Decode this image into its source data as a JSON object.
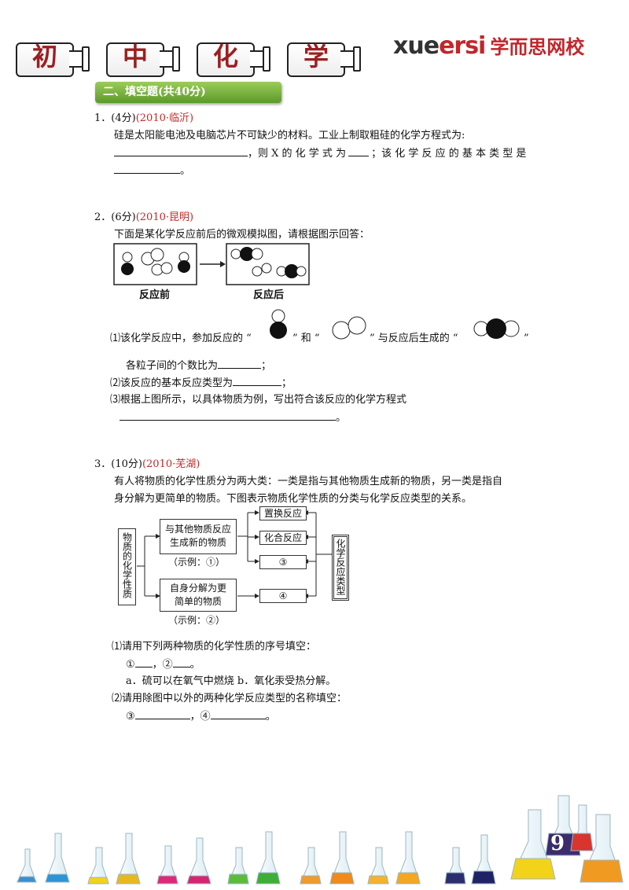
{
  "header": {
    "bottle_chars": [
      "初",
      "中",
      "化",
      "学"
    ],
    "brand_en_a": "xue",
    "brand_en_b": "ersi",
    "brand_cn": "学而思网校"
  },
  "section_title": "二、填空题(共40分)",
  "q1": {
    "num": "1．",
    "score": "(4分)",
    "source": "(2010·临沂)",
    "line1": "硅是太阳能电池及电脑芯片不可缺少的材料。工业上制取粗硅的化学方程式为:",
    "line2a": "，则 X 的 化 学 式 为",
    "line2b": "；该 化 学 反 应 的 基 本 类 型 是",
    "line3_end": "。"
  },
  "q2": {
    "num": "2．",
    "score": "(6分)",
    "source": "(2010·昆明)",
    "intro": "下面是某化学反应前后的微观模拟图，请根据图示回答：",
    "label_before": "反应前",
    "label_after": "反应后",
    "p1_a": "⑴该化学反应中，参加反应的 “",
    "p1_b": "” 和 “",
    "p1_c": "” 与反应后生成的 “",
    "p1_d": "”",
    "p1_line2": "各粒子间的个数比为",
    "p1_line2_end": "；",
    "p2": "⑵该反应的基本反应类型为",
    "p2_end": "；",
    "p3": "⑶根据上图所示，以具体物质为例，写出符合该反应的化学方程式",
    "p3_end": "。"
  },
  "q3": {
    "num": "3．",
    "score": "(10分)",
    "source": "(2010·芜湖)",
    "intro1": "有人将物质的化学性质分为两大类：一类是指与其他物质生成新的物质，另一类是指自",
    "intro2": "身分解为更简单的物质。下图表示物质化学性质的分类与化学反应类型的关系。",
    "diagram": {
      "left": "物质的化学性质",
      "upper_1": "与其他物质反应",
      "upper_2": "生成新的物质",
      "upper_example": "（示例：①）",
      "lower_1": "自身分解为更",
      "lower_2": "简单的物质",
      "lower_example": "（示例：②）",
      "r1": "置换反应",
      "r2": "化合反应",
      "r3": "③",
      "r4": "④",
      "right": "化学反应类型"
    },
    "p1": "⑴请用下列两种物质的化学性质的序号填空：",
    "p1_line": "①",
    "p1_sep": "，②",
    "p1_end": "。",
    "options": "a．硫可以在氧气中燃烧   b．氧化汞受热分解。",
    "p2": "⑵请用除图中以外的两种化学反应类型的名称填空：",
    "p2_a": "③",
    "p2_sep": "，④",
    "p2_end": "。"
  },
  "page_number": "9",
  "colors": {
    "brand_red": "#c2262b",
    "bottle_red": "#9c1f20",
    "section_green": "#6aa536",
    "source_red": "#c62828"
  }
}
